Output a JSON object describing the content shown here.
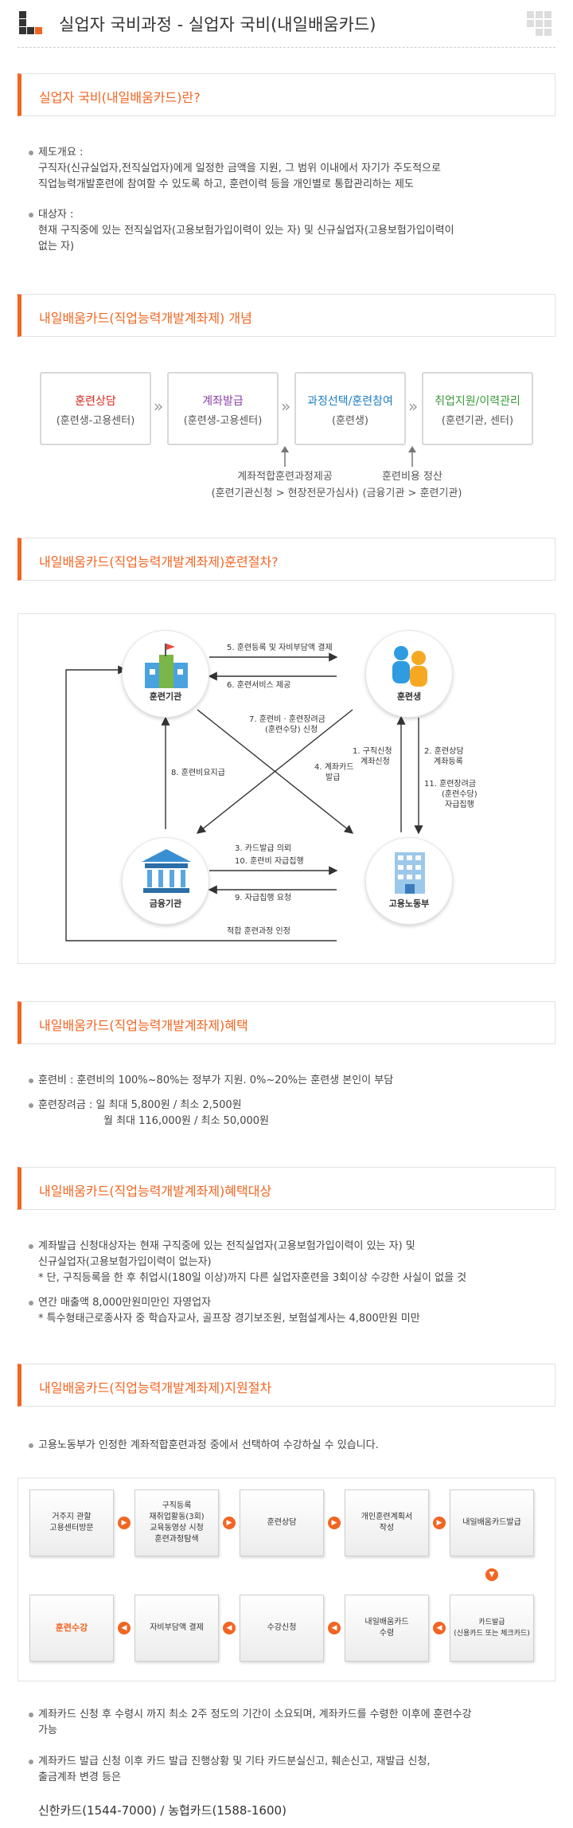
{
  "header": {
    "title": "실업자 국비과정 - 실업자 국비(내일배움카드)"
  },
  "s1": {
    "heading": "실업자 국비(내일배움카드)란?",
    "items": [
      {
        "lines": [
          "제도개요 :",
          "구직자(신규실업자,전직실업자)에게 일정한 금액을 지원, 그 범위 이내에서 자기가 주도적으로",
          "직업능력개발훈련에 참여할 수 있도록 하고, 훈련이력 등을 개인별로 통합관리하는 제도"
        ]
      },
      {
        "lines": [
          "대상자 :",
          "현재 구직중에 있는 전직실업자(고용보험가입이력이 있는 자) 및 신규실업자(고용보험가입이력이",
          "없는 자)"
        ]
      }
    ]
  },
  "s2": {
    "heading": "내일배움카드(직업능력개발계좌제) 개념",
    "boxes": [
      {
        "title": "훈련상담",
        "sub": "(훈련생-고용센터)",
        "color": "#d9261c"
      },
      {
        "title": "계좌발급",
        "sub": "(훈련생-고용센터)",
        "color": "#8b3fa8"
      },
      {
        "title": "과정선택/훈련참여",
        "sub": "(훈련생)",
        "color": "#1e7fc4"
      },
      {
        "title": "취업지원/이력관리",
        "sub": "(훈련기관, 센터)",
        "color": "#3a9a3a"
      }
    ],
    "notes": [
      {
        "lines": [
          "계좌적합훈련과정제공",
          "(훈련기관신청 > 현장전문가심사)"
        ]
      },
      {
        "lines": [
          "훈련비용 정산",
          "(금융기관 > 훈련기관)"
        ]
      }
    ]
  },
  "s3": {
    "heading": "내일배움카드(직업능력개발계좌제)훈련절차?",
    "nodes": {
      "training": "훈련기관",
      "trainee": "훈련생",
      "finance": "금융기관",
      "labor": "고용노동부"
    },
    "flows": {
      "f5": "5. 훈련등록 및 자비부담액 결제",
      "f6": "6. 훈련서비스 제공",
      "f7a": "7. 훈련비 · 훈련장려금",
      "f7b": "(훈련수당) 신청",
      "f8": "8. 훈련비요지급",
      "f4a": "4. 계좌카드",
      "f4b": "발급",
      "f1a": "1. 구직신청",
      "f1b": "계좌신청",
      "f2a": "2. 훈련상담",
      "f2b": "계좌등록",
      "f11a": "11. 훈련장려금",
      "f11b": "(훈련수당)",
      "f11c": "자급집행",
      "f3": "3. 카드발급 의뢰",
      "f10": "10. 훈련비 자급집행",
      "f9": "9. 자급집행 요청",
      "fbottom": "적합 훈련과정 인정"
    }
  },
  "s4": {
    "heading": "내일배움카드(직업능력개발계좌제)혜택",
    "items": [
      {
        "lines": [
          "훈련비 : 훈련비의 100%~80%는 정부가 지원. 0%~20%는 훈련생 본인이 부담"
        ]
      },
      {
        "lines": [
          "훈련장려금 : 일 최대 5,800원 / 최소 2,500원",
          "월 최대 116,000원 / 최소 50,000원"
        ]
      }
    ]
  },
  "s5": {
    "heading": "내일배움카드(직업능력개발계좌제)혜택대상",
    "items": [
      {
        "lines": [
          "계좌발급 신청대상자는 현재 구직중에 있는 전직실업자(고용보험가입이력이 있는 자) 및",
          "신규실업자(고용보험가입이력이 없는자)",
          "* 단, 구직등록을 한 후 취업시(180일 이상)까지 다른 실업자훈련을 3회이상 수강한 사실이 없을 것"
        ]
      },
      {
        "lines": [
          "연간 매출액 8,000만원미만인 자영업자",
          "* 특수형태근로종사자 중 학습자교사, 골프장 경기보조원, 보험설계사는 4,800만원 미만"
        ]
      }
    ]
  },
  "s6": {
    "heading": "내일배움카드(직업능력개발계좌제)지원절차",
    "intro": "고용노동부가 인정한 계좌적합훈련과정 중에서 선택하여 수강하실 수 있습니다.",
    "steps_top": [
      "거주지 관할\n고용센터방문",
      "구직등록\n재취업활동(3회)\n교육동영상 시청\n훈련과정탐색",
      "훈련상담",
      "개인훈련계획서\n작성",
      "내일배움카드발급"
    ],
    "steps_bottom": [
      "훈련수강",
      "자비부담액 결제",
      "수강신청",
      "내일배움카드\n수령",
      "카드발급\n(신용카드 또는 체크카드)"
    ],
    "highlight_color": "#f26522",
    "notes": [
      {
        "lines": [
          "계좌카드 신청 후 수령시 까지 최소 2주 정도의 기간이 소요되며, 계좌카드를 수령한 이후에 훈련수강",
          "가능"
        ]
      },
      {
        "lines": [
          "계좌카드 발급 신청 이후 카드 발급 진행상황 및 기타 카드분실신고, 훼손신고, 재발급 신청,",
          "출금계좌 변경 등은"
        ]
      }
    ],
    "phones": "신한카드(1544-7000) / 농협카드(1588-1600)"
  },
  "colors": {
    "accent": "#f26522"
  }
}
